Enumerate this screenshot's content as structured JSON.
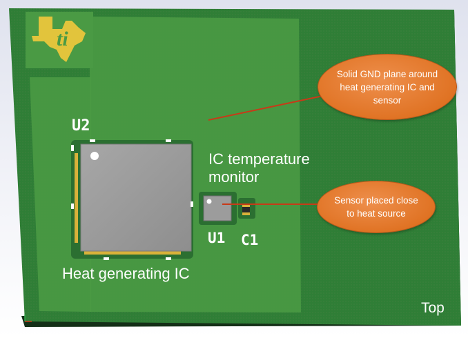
{
  "labels": {
    "u2": "U2",
    "u1": "U1",
    "c1": "C1",
    "ic_temp_monitor_line1": "IC temperature",
    "ic_temp_monitor_line2": "monitor",
    "heat_ic": "Heat generating IC",
    "top": "Top"
  },
  "callouts": {
    "gnd_plane": "Solid GND plane around\nheat generating IC and\nsensor",
    "sensor_close": "Sensor placed close\nto heat source"
  },
  "colors": {
    "board": "#2f7e36",
    "board_edge": "#1d5224",
    "gnd_plane": "#4a9a44",
    "silk_logo": "#e2c43c",
    "chip_body": "#9c9c9c",
    "callout": "#e07324",
    "callout_line": "#c83a18"
  },
  "icons": {
    "logo": "texas-instruments-logo"
  }
}
